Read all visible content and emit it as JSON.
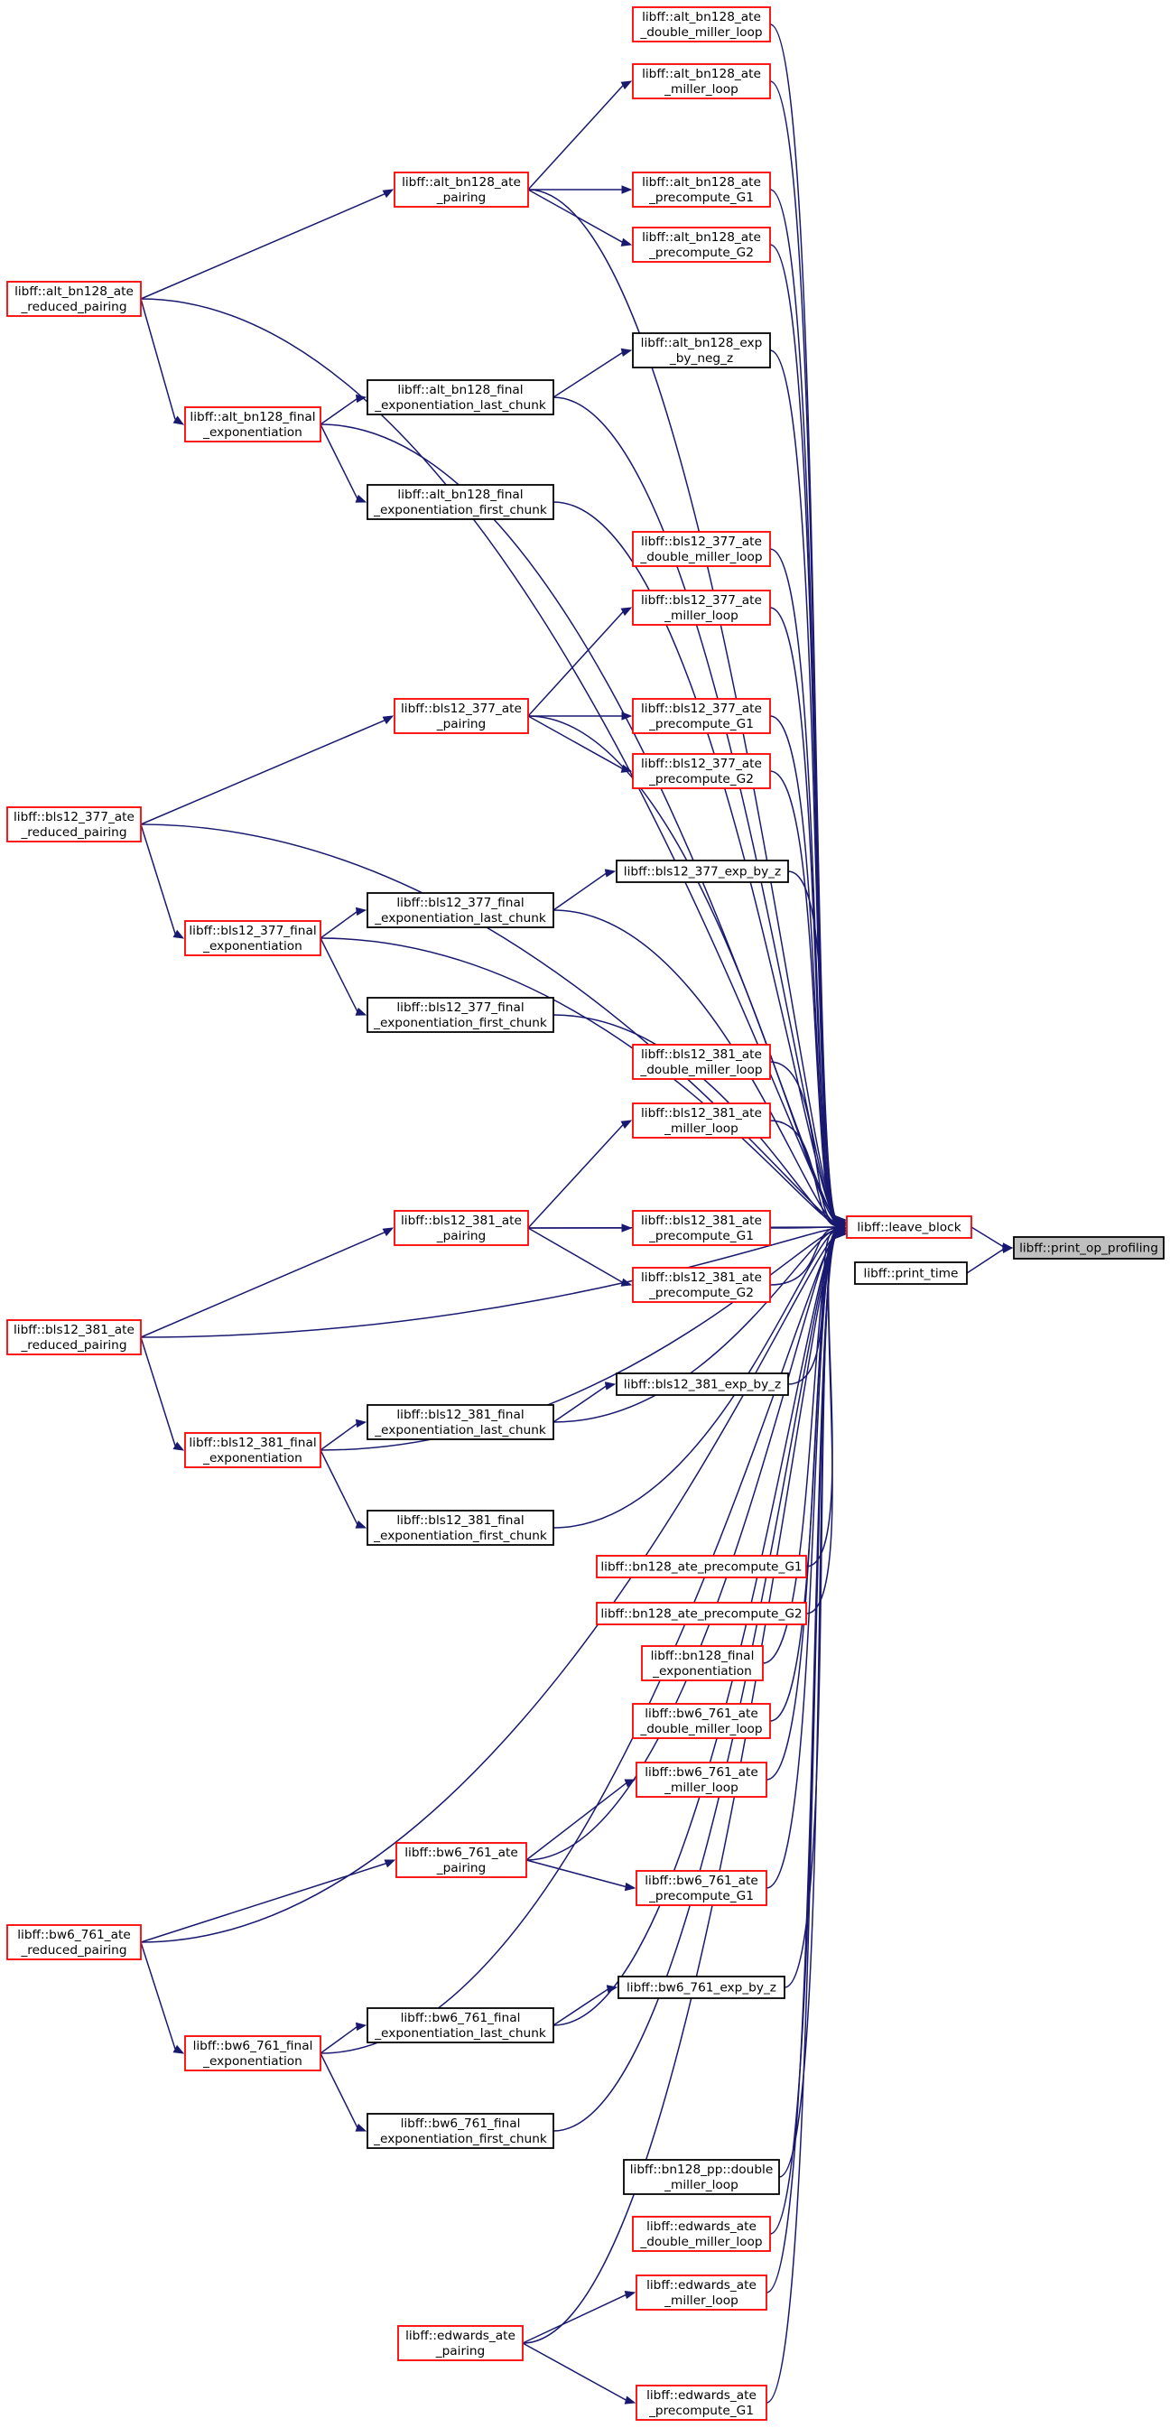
{
  "graph": {
    "nodes": [
      {
        "id": "print_op_profiling",
        "lines": [
          "libff::print_op_profiling"
        ],
        "color": "gray"
      },
      {
        "id": "leave_block",
        "lines": [
          "libff::leave_block"
        ],
        "color": "red"
      },
      {
        "id": "print_time",
        "lines": [
          "libff::print_time"
        ],
        "color": "black"
      },
      {
        "id": "alt_dml",
        "lines": [
          "libff::alt_bn128_ate",
          "_double_miller_loop"
        ],
        "color": "red"
      },
      {
        "id": "alt_ml",
        "lines": [
          "libff::alt_bn128_ate",
          "_miller_loop"
        ],
        "color": "red"
      },
      {
        "id": "alt_pg1",
        "lines": [
          "libff::alt_bn128_ate",
          "_precompute_G1"
        ],
        "color": "red"
      },
      {
        "id": "alt_pg2",
        "lines": [
          "libff::alt_bn128_ate",
          "_precompute_G2"
        ],
        "color": "red"
      },
      {
        "id": "alt_pair",
        "lines": [
          "libff::alt_bn128_ate",
          "_pairing"
        ],
        "color": "red"
      },
      {
        "id": "alt_red",
        "lines": [
          "libff::alt_bn128_ate",
          "_reduced_pairing"
        ],
        "color": "red"
      },
      {
        "id": "alt_exp",
        "lines": [
          "libff::alt_bn128_exp",
          "_by_neg_z"
        ],
        "color": "black"
      },
      {
        "id": "alt_fel",
        "lines": [
          "libff::alt_bn128_final",
          "_exponentiation_last_chunk"
        ],
        "color": "black"
      },
      {
        "id": "alt_fe",
        "lines": [
          "libff::alt_bn128_final",
          "_exponentiation"
        ],
        "color": "red"
      },
      {
        "id": "alt_fef",
        "lines": [
          "libff::alt_bn128_final",
          "_exponentiation_first_chunk"
        ],
        "color": "black"
      },
      {
        "id": "b377_dml",
        "lines": [
          "libff::bls12_377_ate",
          "_double_miller_loop"
        ],
        "color": "red"
      },
      {
        "id": "b377_ml",
        "lines": [
          "libff::bls12_377_ate",
          "_miller_loop"
        ],
        "color": "red"
      },
      {
        "id": "b377_pair",
        "lines": [
          "libff::bls12_377_ate",
          "_pairing"
        ],
        "color": "red"
      },
      {
        "id": "b377_pg1",
        "lines": [
          "libff::bls12_377_ate",
          "_precompute_G1"
        ],
        "color": "red"
      },
      {
        "id": "b377_pg2",
        "lines": [
          "libff::bls12_377_ate",
          "_precompute_G2"
        ],
        "color": "red"
      },
      {
        "id": "b377_red",
        "lines": [
          "libff::bls12_377_ate",
          "_reduced_pairing"
        ],
        "color": "red"
      },
      {
        "id": "b377_exp",
        "lines": [
          "libff::bls12_377_exp_by_z"
        ],
        "color": "black"
      },
      {
        "id": "b377_fel",
        "lines": [
          "libff::bls12_377_final",
          "_exponentiation_last_chunk"
        ],
        "color": "black"
      },
      {
        "id": "b377_fe",
        "lines": [
          "libff::bls12_377_final",
          "_exponentiation"
        ],
        "color": "red"
      },
      {
        "id": "b377_fef",
        "lines": [
          "libff::bls12_377_final",
          "_exponentiation_first_chunk"
        ],
        "color": "black"
      },
      {
        "id": "b381_dml",
        "lines": [
          "libff::bls12_381_ate",
          "_double_miller_loop"
        ],
        "color": "red"
      },
      {
        "id": "b381_ml",
        "lines": [
          "libff::bls12_381_ate",
          "_miller_loop"
        ],
        "color": "red"
      },
      {
        "id": "b381_pair",
        "lines": [
          "libff::bls12_381_ate",
          "_pairing"
        ],
        "color": "red"
      },
      {
        "id": "b381_pg1",
        "lines": [
          "libff::bls12_381_ate",
          "_precompute_G1"
        ],
        "color": "red"
      },
      {
        "id": "b381_pg2",
        "lines": [
          "libff::bls12_381_ate",
          "_precompute_G2"
        ],
        "color": "red"
      },
      {
        "id": "b381_red",
        "lines": [
          "libff::bls12_381_ate",
          "_reduced_pairing"
        ],
        "color": "red"
      },
      {
        "id": "b381_exp",
        "lines": [
          "libff::bls12_381_exp_by_z"
        ],
        "color": "black"
      },
      {
        "id": "b381_fel",
        "lines": [
          "libff::bls12_381_final",
          "_exponentiation_last_chunk"
        ],
        "color": "black"
      },
      {
        "id": "b381_fe",
        "lines": [
          "libff::bls12_381_final",
          "_exponentiation"
        ],
        "color": "red"
      },
      {
        "id": "b381_fef",
        "lines": [
          "libff::bls12_381_final",
          "_exponentiation_first_chunk"
        ],
        "color": "black"
      },
      {
        "id": "bn_pg1",
        "lines": [
          "libff::bn128_ate_precompute_G1"
        ],
        "color": "red"
      },
      {
        "id": "bn_pg2",
        "lines": [
          "libff::bn128_ate_precompute_G2"
        ],
        "color": "red"
      },
      {
        "id": "bn_fe",
        "lines": [
          "libff::bn128_final",
          "_exponentiation"
        ],
        "color": "red"
      },
      {
        "id": "bw_dml",
        "lines": [
          "libff::bw6_761_ate",
          "_double_miller_loop"
        ],
        "color": "red"
      },
      {
        "id": "bw_ml",
        "lines": [
          "libff::bw6_761_ate",
          "_miller_loop"
        ],
        "color": "red"
      },
      {
        "id": "bw_pair",
        "lines": [
          "libff::bw6_761_ate",
          "_pairing"
        ],
        "color": "red"
      },
      {
        "id": "bw_pg1",
        "lines": [
          "libff::bw6_761_ate",
          "_precompute_G1"
        ],
        "color": "red"
      },
      {
        "id": "bw_red",
        "lines": [
          "libff::bw6_761_ate",
          "_reduced_pairing"
        ],
        "color": "red"
      },
      {
        "id": "bw_exp",
        "lines": [
          "libff::bw6_761_exp_by_z"
        ],
        "color": "black"
      },
      {
        "id": "bw_fel",
        "lines": [
          "libff::bw6_761_final",
          "_exponentiation_last_chunk"
        ],
        "color": "black"
      },
      {
        "id": "bw_fe",
        "lines": [
          "libff::bw6_761_final",
          "_exponentiation"
        ],
        "color": "red"
      },
      {
        "id": "bw_fef",
        "lines": [
          "libff::bw6_761_final",
          "_exponentiation_first_chunk"
        ],
        "color": "black"
      },
      {
        "id": "bnpp_dml",
        "lines": [
          "libff::bn128_pp::double",
          "_miller_loop"
        ],
        "color": "black"
      },
      {
        "id": "ed_dml",
        "lines": [
          "libff::edwards_ate",
          "_double_miller_loop"
        ],
        "color": "red"
      },
      {
        "id": "ed_ml",
        "lines": [
          "libff::edwards_ate",
          "_miller_loop"
        ],
        "color": "red"
      },
      {
        "id": "ed_pair",
        "lines": [
          "libff::edwards_ate",
          "_pairing"
        ],
        "color": "red"
      },
      {
        "id": "ed_pg1",
        "lines": [
          "libff::edwards_ate",
          "_precompute_G1"
        ],
        "color": "red"
      }
    ],
    "edges": [
      [
        "leave_block",
        "print_op_profiling"
      ],
      [
        "print_time",
        "print_op_profiling"
      ],
      [
        "alt_dml",
        "leave_block"
      ],
      [
        "alt_ml",
        "leave_block"
      ],
      [
        "alt_pair",
        "leave_block"
      ],
      [
        "alt_pg1",
        "leave_block"
      ],
      [
        "alt_pg2",
        "leave_block"
      ],
      [
        "alt_red",
        "leave_block"
      ],
      [
        "alt_exp",
        "leave_block"
      ],
      [
        "alt_fel",
        "leave_block"
      ],
      [
        "alt_fe",
        "leave_block"
      ],
      [
        "alt_fef",
        "leave_block"
      ],
      [
        "alt_pair",
        "alt_ml"
      ],
      [
        "alt_pair",
        "alt_pg1"
      ],
      [
        "alt_pair",
        "alt_pg2"
      ],
      [
        "alt_red",
        "alt_pair"
      ],
      [
        "alt_red",
        "alt_fe"
      ],
      [
        "alt_fe",
        "alt_fel"
      ],
      [
        "alt_fe",
        "alt_fef"
      ],
      [
        "alt_fel",
        "alt_exp"
      ],
      [
        "b377_dml",
        "leave_block"
      ],
      [
        "b377_ml",
        "leave_block"
      ],
      [
        "b377_pair",
        "leave_block"
      ],
      [
        "b377_pg1",
        "leave_block"
      ],
      [
        "b377_pg2",
        "leave_block"
      ],
      [
        "b377_red",
        "leave_block"
      ],
      [
        "b377_exp",
        "leave_block"
      ],
      [
        "b377_fel",
        "leave_block"
      ],
      [
        "b377_fe",
        "leave_block"
      ],
      [
        "b377_fef",
        "leave_block"
      ],
      [
        "b377_pair",
        "b377_ml"
      ],
      [
        "b377_pair",
        "b377_pg1"
      ],
      [
        "b377_pair",
        "b377_pg2"
      ],
      [
        "b377_red",
        "b377_pair"
      ],
      [
        "b377_red",
        "b377_fe"
      ],
      [
        "b377_fe",
        "b377_fel"
      ],
      [
        "b377_fe",
        "b377_fef"
      ],
      [
        "b377_fel",
        "b377_exp"
      ],
      [
        "b381_dml",
        "leave_block"
      ],
      [
        "b381_ml",
        "leave_block"
      ],
      [
        "b381_pair",
        "leave_block"
      ],
      [
        "b381_pg1",
        "leave_block"
      ],
      [
        "b381_pg2",
        "leave_block"
      ],
      [
        "b381_red",
        "leave_block"
      ],
      [
        "b381_exp",
        "leave_block"
      ],
      [
        "b381_fel",
        "leave_block"
      ],
      [
        "b381_fe",
        "leave_block"
      ],
      [
        "b381_fef",
        "leave_block"
      ],
      [
        "b381_pair",
        "b381_ml"
      ],
      [
        "b381_pair",
        "b381_pg1"
      ],
      [
        "b381_pair",
        "b381_pg2"
      ],
      [
        "b381_red",
        "b381_pair"
      ],
      [
        "b381_red",
        "b381_fe"
      ],
      [
        "b381_fe",
        "b381_fel"
      ],
      [
        "b381_fe",
        "b381_fef"
      ],
      [
        "b381_fel",
        "b381_exp"
      ],
      [
        "bn_pg1",
        "leave_block"
      ],
      [
        "bn_pg2",
        "leave_block"
      ],
      [
        "bn_fe",
        "leave_block"
      ],
      [
        "bw_dml",
        "leave_block"
      ],
      [
        "bw_ml",
        "leave_block"
      ],
      [
        "bw_pair",
        "leave_block"
      ],
      [
        "bw_pg1",
        "leave_block"
      ],
      [
        "bw_red",
        "leave_block"
      ],
      [
        "bw_exp",
        "leave_block"
      ],
      [
        "bw_fel",
        "leave_block"
      ],
      [
        "bw_fe",
        "leave_block"
      ],
      [
        "bw_fef",
        "leave_block"
      ],
      [
        "bw_pair",
        "bw_ml"
      ],
      [
        "bw_pair",
        "bw_pg1"
      ],
      [
        "bw_red",
        "bw_pair"
      ],
      [
        "bw_red",
        "bw_fe"
      ],
      [
        "bw_fe",
        "bw_fel"
      ],
      [
        "bw_fe",
        "bw_fef"
      ],
      [
        "bw_fel",
        "bw_exp"
      ],
      [
        "bnpp_dml",
        "leave_block"
      ],
      [
        "ed_dml",
        "leave_block"
      ],
      [
        "ed_ml",
        "leave_block"
      ],
      [
        "ed_pair",
        "leave_block"
      ],
      [
        "ed_pg1",
        "leave_block"
      ],
      [
        "ed_pair",
        "ed_ml"
      ],
      [
        "ed_pair",
        "ed_pg1"
      ]
    ]
  }
}
